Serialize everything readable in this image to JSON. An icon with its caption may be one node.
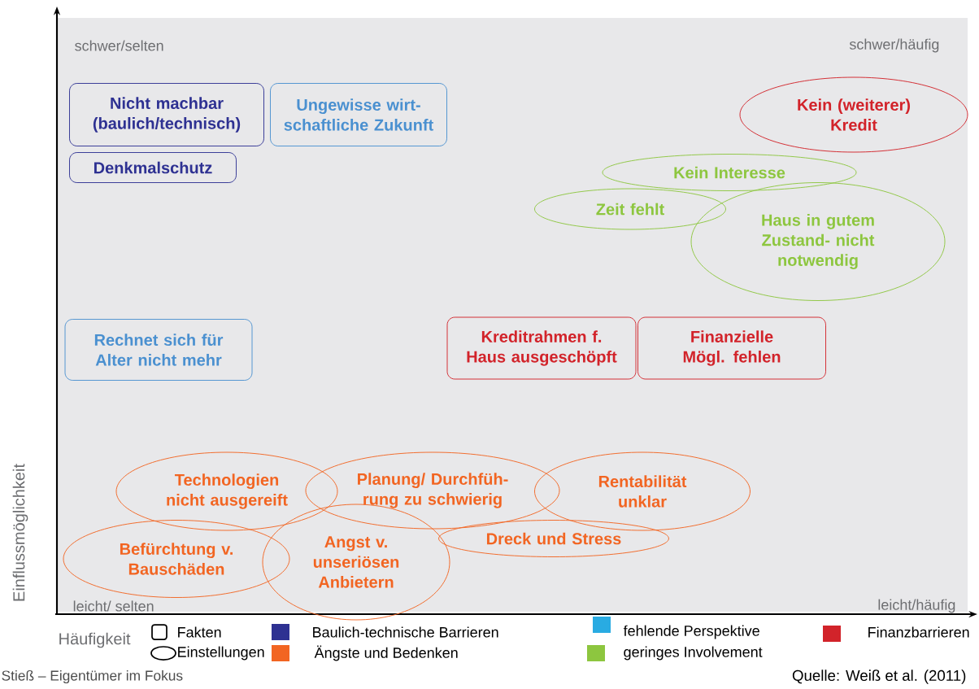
{
  "diagram": {
    "nodes": [
      {
        "text": [
          "Nicht machbar (baulich/technisch)"
        ]
      },
      {
        "text": [
          "Ungewisse wirt- schaftliche Zukunft"
        ]
      },
      {
        "text": [
          "Denkmalschutz"
        ]
      },
      {
        "text": [
          "Kein (weiterer) Kredit"
        ]
      },
      {
        "text": [
          "Kein Interesse"
        ]
      },
      {
        "text": [
          "Zeit fehlt"
        ]
      },
      {
        "text": [
          "Haus in gutem Zustand- nicht notwendig"
        ]
      },
      {
        "text": [
          "Rechnet sich für Alter nicht mehr"
        ]
      },
      {
        "text": [
          "Kreditrahmen f. Haus ausgeschöpft"
        ]
      },
      {
        "text": [
          "Finanzielle Mögl. fehlen"
        ]
      },
      {
        "text": [
          "Technologien nicht ausgereift"
        ]
      },
      {
        "text": [
          "Planung/ Durchfüh- rung zu schwierig"
        ]
      },
      {
        "text": [
          "Rentabilität unklar"
        ]
      },
      {
        "text": [
          "Befürchtung v. Bauschäden"
        ]
      },
      {
        "text": [
          "Angst v. unseriösen Anbietern"
        ]
      },
      {
        "text": [
          "Dreck und Stress"
        ]
      }
    ],
    "labels": [
      "schwer/selten",
      "schwer/häufig",
      "Einflussmöglichkeit",
      "leicht/ selten",
      "leicht/häufig",
      "Häufigkeit",
      "Stieß – Eigentümer im Fokus",
      "Quelle: Weiß et al. (2011)"
    ],
    "legend": [
      {
        "text": "Fakten"
      },
      {
        "text": "Baulich-technische Barrieren",
        "color": "#2e3192"
      },
      {
        "text": "fehlende Perspektive",
        "color": "#29abe2"
      },
      {
        "text": "Finanzbarrieren",
        "color": "#d2232a"
      },
      {
        "text": "Einstellungen"
      },
      {
        "text": "Ängste und Bedenken",
        "color": "#f26522"
      },
      {
        "text": "geringes Involvement",
        "color": "#8dc63f"
      }
    ]
  }
}
